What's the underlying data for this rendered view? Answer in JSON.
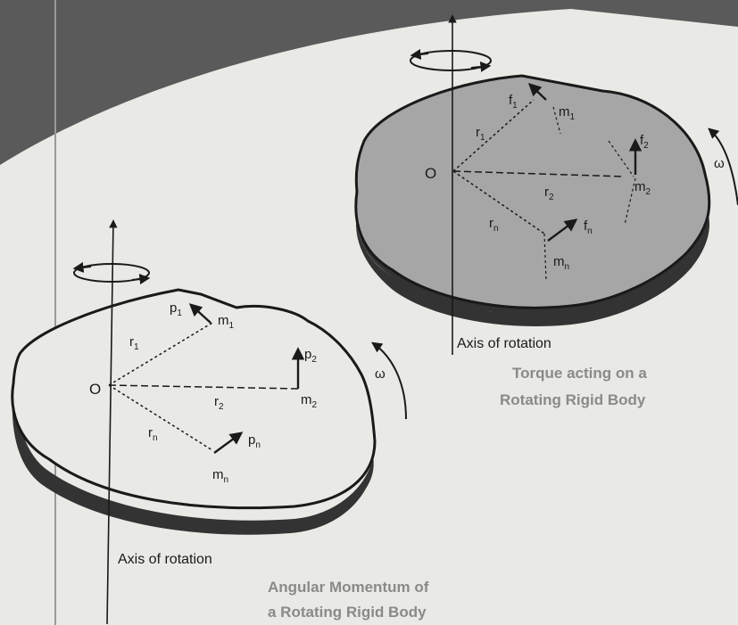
{
  "colors": {
    "page": "#e9e9e6",
    "shadow": "#555555",
    "body_fill_top": "#a6a6a6",
    "ink": "#1a1a1a",
    "caption": "#8a8a8a"
  },
  "left_figure": {
    "origin": "O",
    "masses": [
      "m",
      "m",
      "m"
    ],
    "mass_subs": [
      "1",
      "2",
      "n"
    ],
    "momenta": [
      "p",
      "p",
      "p"
    ],
    "momentum_subs": [
      "1",
      "2",
      "n"
    ],
    "radii": [
      "r",
      "r",
      "r"
    ],
    "radius_subs": [
      "1",
      "2",
      "n"
    ],
    "omega": "ω",
    "axis_label": "Axis of rotation",
    "caption_line1": "Angular Momentum of",
    "caption_line2": "a Rotating Rigid Body"
  },
  "right_figure": {
    "origin": "O",
    "masses": [
      "m",
      "m",
      "m"
    ],
    "mass_subs": [
      "1",
      "2",
      "n"
    ],
    "forces": [
      "f",
      "f",
      "f"
    ],
    "force_subs": [
      "1",
      "2",
      "n"
    ],
    "radii": [
      "r",
      "r",
      "r"
    ],
    "radius_subs": [
      "1",
      "2",
      "n"
    ],
    "omega": "ω",
    "axis_label": "Axis of rotation",
    "caption_line1": "Torque acting on a",
    "caption_line2": "Rotating Rigid Body"
  }
}
